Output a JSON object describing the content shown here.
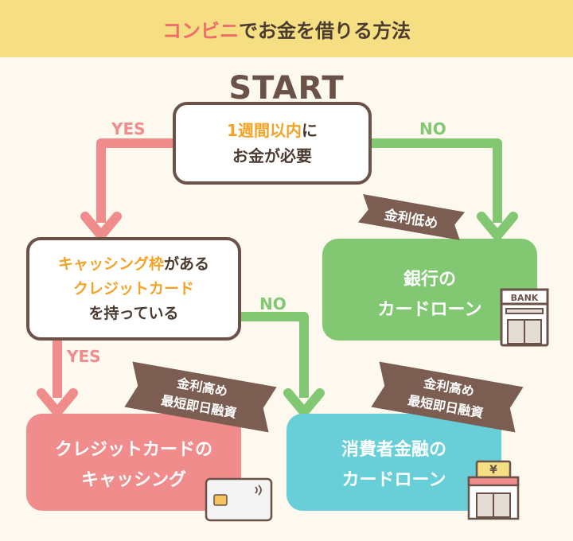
{
  "header": {
    "title_highlight": "コンビニ",
    "title_rest": "でお金を借りる方法"
  },
  "start_label": "START",
  "q1": {
    "line1_highlight": "1週間以内",
    "line1_rest": "に",
    "line2": "お金が必要"
  },
  "q2": {
    "line1_highlight": "キャッシング枠",
    "line1_rest": "がある",
    "line2": "クレジットカード",
    "line3": "を持っている"
  },
  "labels": {
    "q1_yes": "YES",
    "q1_no": "NO",
    "q2_yes": "YES",
    "q2_no": "NO"
  },
  "results": {
    "bank": {
      "line1": "銀行の",
      "line2": "カードローン",
      "ribbon": "金利低め",
      "sign": "BANK"
    },
    "credit": {
      "line1": "クレジットカードの",
      "line2": "キャッシング",
      "ribbon1": "金利高め",
      "ribbon2": "最短即日融資"
    },
    "consumer": {
      "line1": "消費者金融の",
      "line2": "カードローン",
      "ribbon1": "金利高め",
      "ribbon2": "最短即日融資",
      "sign": "¥"
    }
  },
  "colors": {
    "yes": "#f08c8c",
    "no": "#82c872",
    "box_border": "#6b5249",
    "ribbon": "#7b5d52",
    "highlight": "#f3a326",
    "header_bg": "#f6de82"
  }
}
